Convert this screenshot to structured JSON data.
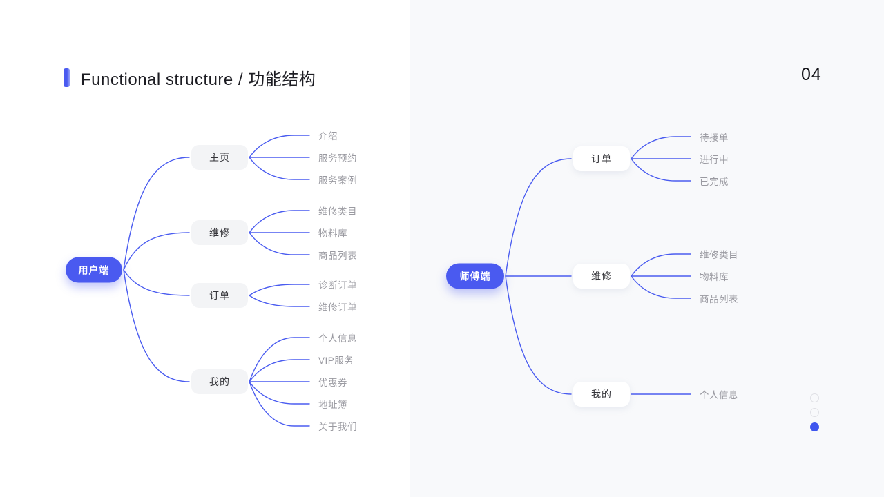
{
  "slide": {
    "title": "Functional structure / 功能结构",
    "page_number": "04"
  },
  "colors": {
    "accent": "#4a5af0",
    "line": "#4a5cf0",
    "leaf_text": "#9a9aa1",
    "right_panel_bg": "#f8f9fb",
    "active_dot": "#3f56ee"
  },
  "trees": [
    {
      "id": "user",
      "root": "用户端",
      "branches": [
        {
          "label": "主页",
          "children": [
            "介绍",
            "服务预约",
            "服务案例"
          ]
        },
        {
          "label": "维修",
          "children": [
            "维修类目",
            "物料库",
            "商品列表"
          ]
        },
        {
          "label": "订单",
          "children": [
            "诊断订单",
            "维修订单"
          ]
        },
        {
          "label": "我的",
          "children": [
            "个人信息",
            "VIP服务",
            "优惠券",
            "地址簿",
            "关于我们"
          ]
        }
      ]
    },
    {
      "id": "master",
      "root": "师傅端",
      "branches": [
        {
          "label": "订单",
          "children": [
            "待接单",
            "进行中",
            "已完成"
          ]
        },
        {
          "label": "维修",
          "children": [
            "维修类目",
            "物料库",
            "商品列表"
          ]
        },
        {
          "label": "我的",
          "children": [
            "个人信息"
          ]
        }
      ]
    }
  ],
  "pagination": {
    "dots": 3,
    "active_index": 2
  }
}
